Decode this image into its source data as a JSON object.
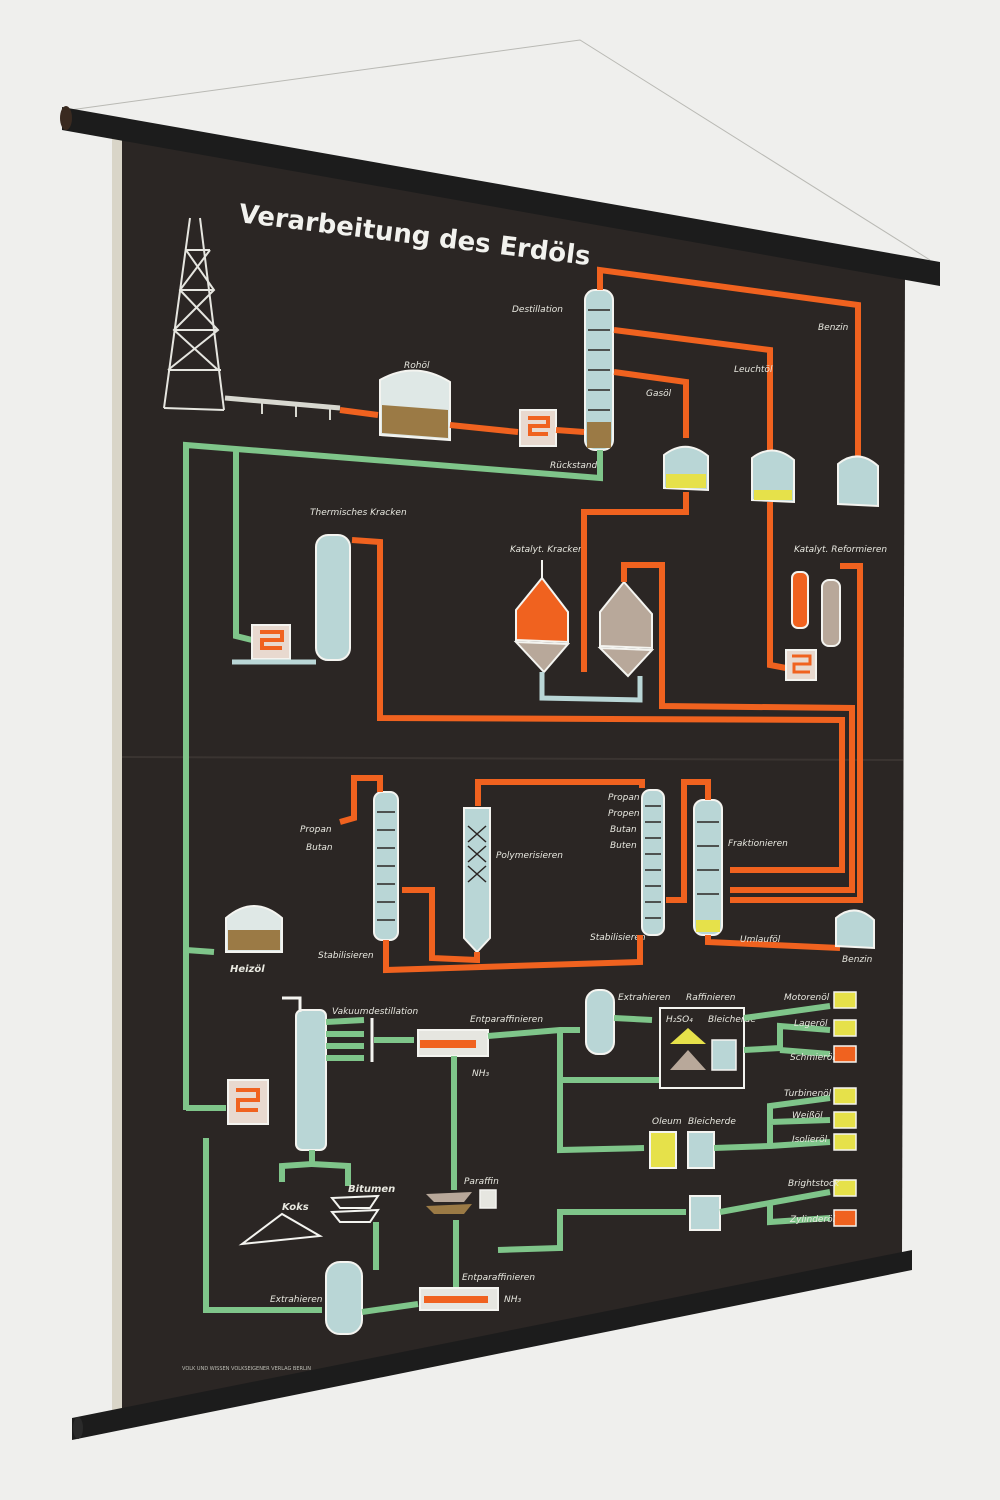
{
  "poster": {
    "title": "Verarbeitung des Erdöls",
    "publisher": "VOLK UND WISSEN VOLKSEIGENER VERLAG BERLIN"
  },
  "labels": {
    "rohoel": "Rohöl",
    "destillation": "Destillation",
    "rueckstand": "Rückstand",
    "gasoel": "Gasöl",
    "leuchtoel": "Leuchtöl",
    "benzin": "Benzin",
    "thermisches_kracken": "Thermisches Kracken",
    "katalyt_kracken": "Katalyt. Kracken",
    "katalyt_reformieren": "Katalyt. Reformieren",
    "propan_left": "Propan",
    "butan_left": "Butan",
    "polymerisieren": "Polymerisieren",
    "propan_mid": "Propan",
    "propen": "Propen",
    "butan_mid": "Butan",
    "buten": "Buten",
    "fraktionieren": "Fraktionieren",
    "stabilisieren_left": "Stabilisieren",
    "stabilisieren_mid": "Stabilisieren",
    "umlaufoel": "Umlauföl",
    "benzin_bottom": "Benzin",
    "heizoel": "Heizöl",
    "vakuumdestillation": "Vakuumdestillation",
    "entparaffinieren_top": "Entparaffinieren",
    "nh3_top": "NH₃",
    "extrahieren_top": "Extrahieren",
    "raffinieren": "Raffinieren",
    "h2so4": "H₂SO₄",
    "bleicherde_top": "Bleicherde",
    "oleum": "Oleum",
    "bleicherde_mid": "Bleicherde",
    "motorenoel": "Motorenöl",
    "lageroel": "Lageröl",
    "schmieroel": "Schmieröl",
    "turbinenoel": "Turbinenöl",
    "weissoel": "Weißöl",
    "isolieroel": "Isolieröl",
    "brightstock": "Brightstock",
    "zylinderoel": "Zylinderöl",
    "koks": "Koks",
    "bitumen": "Bitumen",
    "paraffin": "Paraffin",
    "extrahieren_bottom": "Extrahieren",
    "entparaffinieren_bottom": "Entparaffinieren",
    "nh3_bottom": "NH₃"
  },
  "colors": {
    "wall": "#efefed",
    "poster": "#2b2624",
    "orange_flow": "#f0621f",
    "green_flow": "#7fc58a",
    "tank_fill": "#b9d6d6",
    "crude": "#9b7a45",
    "yellow": "#e6e14a"
  }
}
